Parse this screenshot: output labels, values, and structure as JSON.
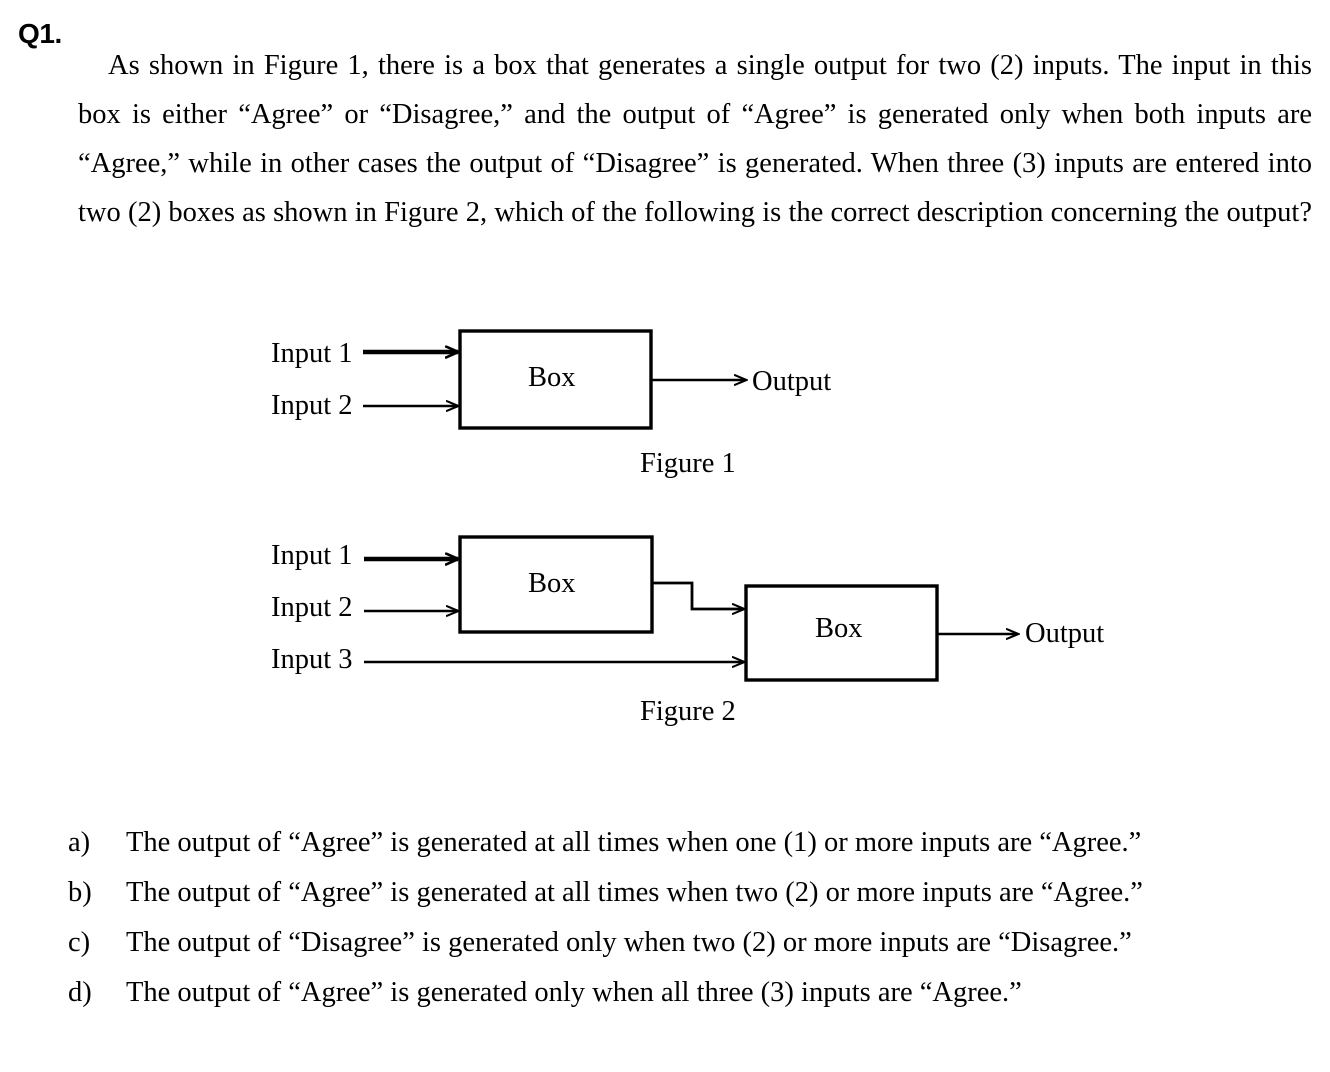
{
  "question": {
    "number": "Q1.",
    "stem": "As shown in Figure 1, there is a box that generates a single output for two (2) inputs. The input in this box is either “Agree” or “Disagree,” and the output of “Agree” is generated only when both inputs are “Agree,” while in other cases the output of “Disagree” is generated. When three (3) inputs are entered into two (2) boxes as shown in Figure 2, which of the following is the correct description concerning the output?"
  },
  "figure1": {
    "caption": "Figure 1",
    "input1": "Input 1",
    "input2": "Input 2",
    "box": "Box",
    "output": "Output"
  },
  "figure2": {
    "caption": "Figure 2",
    "input1": "Input 1",
    "input2": "Input 2",
    "input3": "Input 3",
    "box1": "Box",
    "box2": "Box",
    "output": "Output"
  },
  "options": [
    {
      "marker": "a)",
      "text": "The output of “Agree” is generated at all times when one (1) or more inputs are “Agree.”"
    },
    {
      "marker": "b)",
      "text": "The output of “Agree” is generated at all times when two (2) or more inputs are “Agree.”"
    },
    {
      "marker": "c)",
      "text": "The output of “Disagree” is generated only when two (2) or more inputs are “Disagree.”"
    },
    {
      "marker": "d)",
      "text": "The output of “Agree” is generated only when all three (3) inputs are “Agree.”"
    }
  ],
  "colors": {
    "ink": "#000000",
    "paper": "#ffffff"
  }
}
